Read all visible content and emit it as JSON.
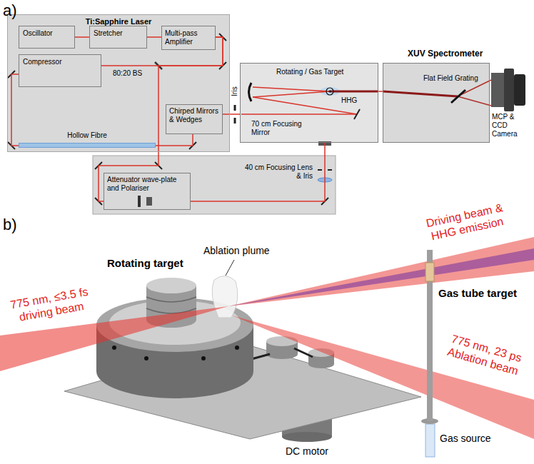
{
  "diagram": {
    "nodes": [
      {
        "text": [
          "Ti:Sapphire Laser"
        ]
      },
      {
        "text": [
          "Oscillator"
        ],
        "in": 0
      },
      {
        "text": [
          "Stretcher"
        ],
        "in": 0
      },
      {
        "text": [
          "Multi-pass Amplifier"
        ],
        "in": 0
      },
      {
        "text": [
          "Compressor"
        ],
        "in": 0
      },
      {
        "text": [
          "Chirped Mirrors & Wedges"
        ],
        "in": 0
      },
      {
        "text": [
          "Hollow Fibre"
        ],
        "in": 0
      },
      {
        "text": [
          "Attenuator wave-plate and Polariser"
        ]
      },
      {
        "text": [
          "Rotating / Gas Target"
        ]
      },
      {
        "text": [
          "XUV Spectrometer",
          "Flat Field Grating"
        ]
      }
    ],
    "edges": [
      {
        "from": 1,
        "to": 2,
        "arrow": "none"
      },
      {
        "from": 2,
        "to": 3,
        "arrow": "none"
      },
      {
        "from": 3,
        "to": 4,
        "arrow": "none"
      },
      {
        "from": 3,
        "to": 7,
        "arrow": "none"
      },
      {
        "from": 4,
        "to": 6,
        "arrow": "none"
      },
      {
        "from": 6,
        "to": 5,
        "arrow": "none"
      },
      {
        "from": 5,
        "to": 8,
        "arrow": "none"
      },
      {
        "from": 7,
        "to": 8,
        "arrow": "none"
      },
      {
        "from": 8,
        "to": 9,
        "arrow": "none"
      }
    ],
    "labels": [
      "a)",
      "80:20 BS",
      "Iris",
      "HHG",
      "70 cm Focusing Mirror",
      "MCP & CCD Camera",
      "40 cm Focusing Lens & Iris",
      "b)",
      "Rotating target",
      "Ablation plume",
      "Driving beam & HHG emission",
      "775 nm, ≤3.5 fs driving beam",
      "Gas tube target",
      "775 nm, 23 ps Ablation beam",
      "DC motor",
      "Gas source"
    ]
  }
}
